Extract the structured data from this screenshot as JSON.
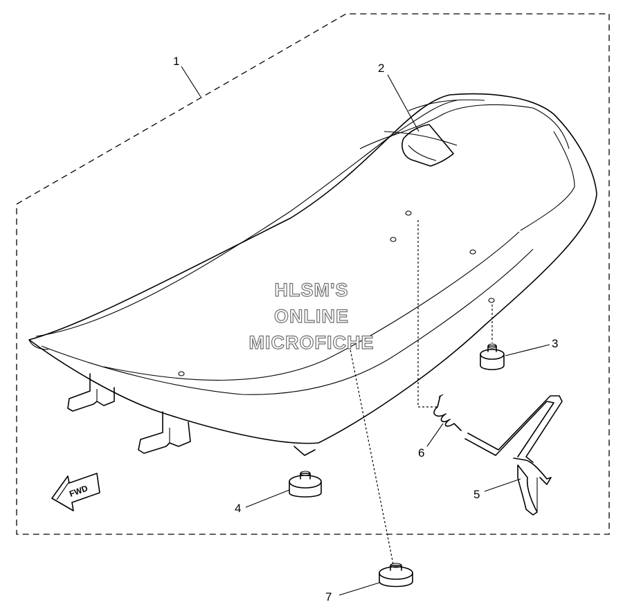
{
  "watermark": {
    "line1": "HLSM'S",
    "line2": "ONLINE",
    "line3": "MICROFICHE"
  },
  "direction_arrow": {
    "label": "FWD"
  },
  "callouts": [
    {
      "id": "callout-1",
      "number": "1"
    },
    {
      "id": "callout-2",
      "number": "2"
    },
    {
      "id": "callout-3",
      "number": "3"
    },
    {
      "id": "callout-4",
      "number": "4"
    },
    {
      "id": "callout-5",
      "number": "5"
    },
    {
      "id": "callout-6",
      "number": "6"
    },
    {
      "id": "callout-7",
      "number": "7"
    }
  ]
}
